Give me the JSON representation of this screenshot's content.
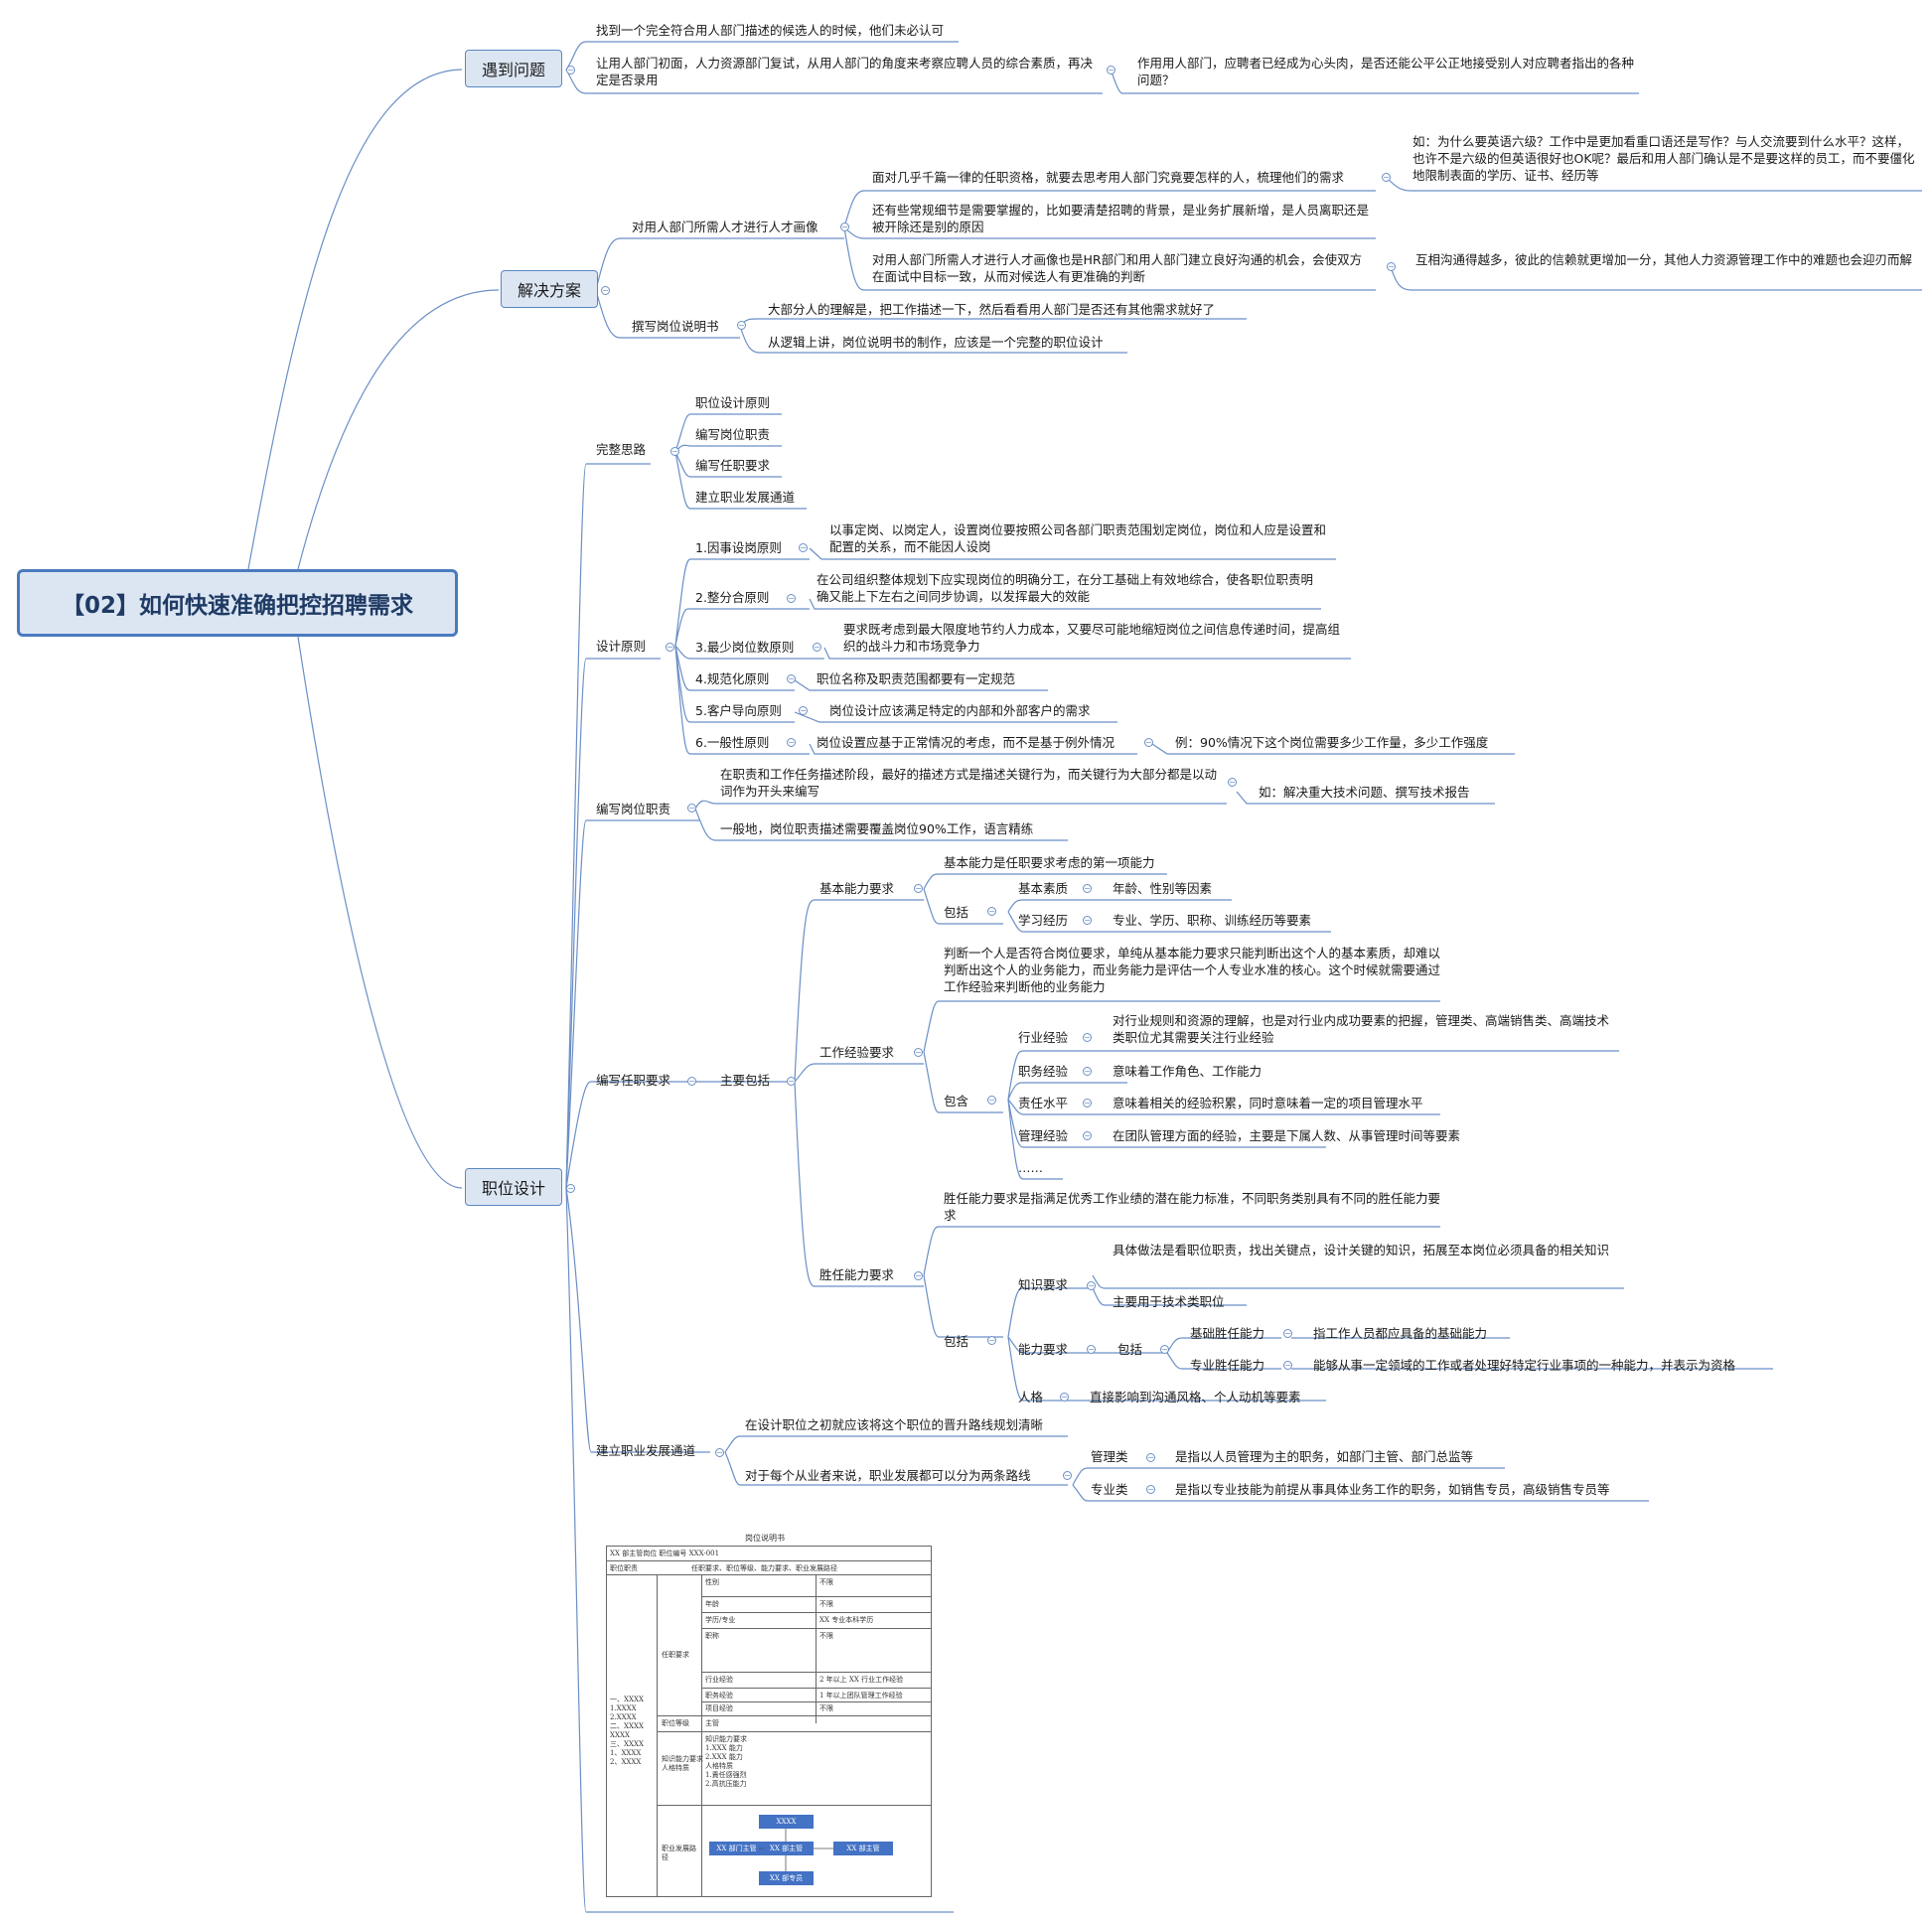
{
  "root": "【02】如何快速准确把控招聘需求",
  "s1": {
    "label": "遇到问题",
    "a": "找到一个完全符合用人部门描述的候选人的时候，他们未必认可",
    "b": "让用人部门初面，人力资源部门复试，从用人部门的角度来考察应聘人员的综合素质，再决定是否录用",
    "b1": "作用用人部门，应聘者已经成为心头肉，是否还能公平公正地接受别人对应聘者指出的各种问题？"
  },
  "s2": {
    "label": "解决方案",
    "p": "对用人部门所需人才进行人才画像",
    "p1": "面对几乎千篇一律的任职资格，就要去思考用人部门究竟要怎样的人，梳理他们的需求",
    "p1a": "如：为什么要英语六级？工作中是更加看重口语还是写作？与人交流要到什么水平？这样，也许不是六级的但英语很好也OK呢？最后和用人部门确认是不是要这样的员工，而不要僵化地限制表面的学历、证书、经历等",
    "p2": "还有些常规细节是需要掌握的，比如要清楚招聘的背景，是业务扩展新增，是人员离职还是被开除还是别的原因",
    "p3": "对用人部门所需人才进行人才画像也是HR部门和用人部门建立良好沟通的机会，会使双方在面试中目标一致，从而对候选人有更准确的判断",
    "p3a": "互相沟通得越多，彼此的信赖就更增加一分，其他人力资源管理工作中的难题也会迎刃而解",
    "q": "撰写岗位说明书",
    "q1": "大部分人的理解是，把工作描述一下，然后看看用人部门是否还有其他需求就好了",
    "q2": "从逻辑上讲，岗位说明书的制作，应该是一个完整的职位设计"
  },
  "s3": {
    "label": "职位设计",
    "full": {
      "label": "完整思路",
      "items": [
        "职位设计原则",
        "编写岗位职责",
        "编写任职要求",
        "建立职业发展通道"
      ]
    },
    "design": {
      "label": "设计原则",
      "r1": "1.因事设岗原则",
      "r1d": "以事定岗、以岗定人，设置岗位要按照公司各部门职责范围划定岗位，岗位和人应是设置和配置的关系，而不能因人设岗",
      "r2": "2.整分合原则",
      "r2d": "在公司组织整体规划下应实现岗位的明确分工，在分工基础上有效地综合，使各职位职责明确又能上下左右之间同步协调，以发挥最大的效能",
      "r3": "3.最少岗位数原则",
      "r3d": "要求既考虑到最大限度地节约人力成本，又要尽可能地缩短岗位之间信息传递时间，提高组织的战斗力和市场竞争力",
      "r4": "4.规范化原则",
      "r4d": "职位名称及职责范围都要有一定规范",
      "r5": "5.客户导向原则",
      "r5d": "岗位设计应该满足特定的内部和外部客户的需求",
      "r6": "6.一般性原则",
      "r6d": "岗位设置应基于正常情况的考虑，而不是基于例外情况",
      "r6e": "例：90%情况下这个岗位需要多少工作量，多少工作强度"
    },
    "duty": {
      "label": "编写岗位职责",
      "d1": "在职责和工作任务描述阶段，最好的描述方式是描述关键行为，而关键行为大部分都是以动词作为开头来编写",
      "d1a": "如：解决重大技术问题、撰写技术报告",
      "d2": "一般地，岗位职责描述需要覆盖岗位90%工作，语言精练"
    },
    "req": {
      "label": "编写任职要求",
      "main": "主要包括",
      "basic": "基本能力要求",
      "basic1": "基本能力是任职要求考虑的第一项能力",
      "incl": "包括",
      "bq": "基本素质",
      "bq1": "年龄、性别等因素",
      "lx": "学习经历",
      "lx1": "专业、学历、职称、训练经历等要素",
      "work": "工作经验要求",
      "work1": "判断一个人是否符合岗位要求，单纯从基本能力要求只能判断出这个人的基本素质，却难以判断出这个人的业务能力，而业务能力是评估一个人专业水准的核心。这个时候就需要通过工作经验来判断他的业务能力",
      "contain": "包含",
      "hy": "行业经验",
      "hy1": "对行业规则和资源的理解，也是对行业内成功要素的把握，管理类、高端销售类、高端技术类职位尤其需要关注行业经验",
      "zw": "职务经验",
      "zw1": "意味着工作角色、工作能力",
      "zr": "责任水平",
      "zr1": "意味着相关的经验积累，同时意味着一定的项目管理水平",
      "gl": "管理经验",
      "gl1": "在团队管理方面的经验，主要是下属人数、从事管理时间等要素",
      "more": "……",
      "comp": "胜任能力要求",
      "comp1": "胜任能力要求是指满足优秀工作业绩的潜在能力标准，不同职务类别具有不同的胜任能力要求",
      "incl2": "包括",
      "zs": "知识要求",
      "zs1": "具体做法是看职位职责，找出关键点，设计关键的知识，拓展至本岗位必须具备的相关知识",
      "zs2": "主要用于技术类职位",
      "nl": "能力要求",
      "nlb": "包括",
      "jc": "基础胜任能力",
      "jc1": "指工作人员都应具备的基础能力",
      "zy": "专业胜任能力",
      "zy1": "能够从事一定领域的工作或者处理好特定行业事项的一种能力，并表示为资格",
      "rg": "人格",
      "rg1": "直接影响到沟通风格、个人动机等要素"
    },
    "career": {
      "label": "建立职业发展通道",
      "c1": "在设计职位之初就应该将这个职位的晋升路线规划清晰",
      "c2": "对于每个从业者来说，职业发展都可以分为两条路线",
      "gl": "管理类",
      "gl1": "是指以人员管理为主的职务，如部门主管、部门总监等",
      "zy": "专业类",
      "zy1": "是指以专业技能为前提从事具体业务工作的职务，如销售专员，高级销售专员等"
    },
    "doc": {
      "title": "岗位说明书",
      "head": "XX 部主管岗位    职位编号 XXX-001",
      "r_duty": "职位职责",
      "r_duty_v": "任职要求、职位等级、能力要求、职业发展路径",
      "left_list": [
        "一、XXXX",
        "1.XXXX",
        "2.XXXX",
        "二、XXXX",
        "XXXX",
        "三、XXXX",
        "1、XXXX",
        "2、XXXX"
      ],
      "req": "任职要求",
      "rows": [
        {
          "k": "性别",
          "v": "不限"
        },
        {
          "k": "年龄",
          "v": "不限"
        },
        {
          "k": "学历/专业",
          "v": "XX 专业本科学历"
        },
        {
          "k": "职称",
          "v": "不限"
        },
        {
          "k": "行业经验",
          "v": "2 年以上 XX 行业工作经验"
        },
        {
          "k": "职务经验",
          "v": "1 年以上团队管理工作经验"
        },
        {
          "k": "项目经验",
          "v": "不限"
        }
      ],
      "grade": "职位等级",
      "grade_v": "主管",
      "ability": "知识能力要求\n人格特质",
      "ability_lines": [
        "知识能力要求",
        "1.XXX 能力",
        "2.XXX 能力",
        "人格特质",
        "1.責任感强烈",
        "2.高抗压能力"
      ],
      "path": "职业发展路径",
      "path_boxes": {
        "top": "XXXX",
        "left": "XX 部门主管",
        "center": "XX 部主管",
        "right": "XX 部主管",
        "bottom": "XX 部专员"
      }
    }
  },
  "colors": {
    "accent": "#4a7bbd",
    "line": "#5b87c2",
    "node_fill": "#dce6f3",
    "box": "#4472c4"
  }
}
